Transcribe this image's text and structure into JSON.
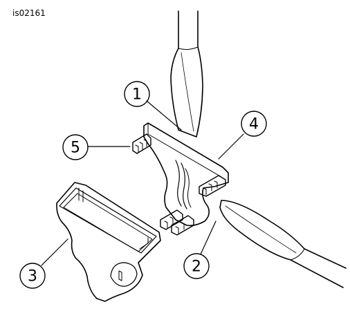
{
  "figure_id": "is02161",
  "callouts": [
    {
      "id": "callout-1",
      "label": "1"
    },
    {
      "id": "callout-2",
      "label": "2"
    },
    {
      "id": "callout-3",
      "label": "3"
    },
    {
      "id": "callout-4",
      "label": "4"
    },
    {
      "id": "callout-5",
      "label": "5"
    }
  ],
  "parts": [
    {
      "id": "screwdriver-top",
      "name": "screwdriver-blade"
    },
    {
      "id": "screwdriver-right",
      "name": "screwdriver-blade"
    },
    {
      "id": "clip-bracket",
      "name": "bracket"
    },
    {
      "id": "clip-housing",
      "name": "housing"
    }
  ]
}
